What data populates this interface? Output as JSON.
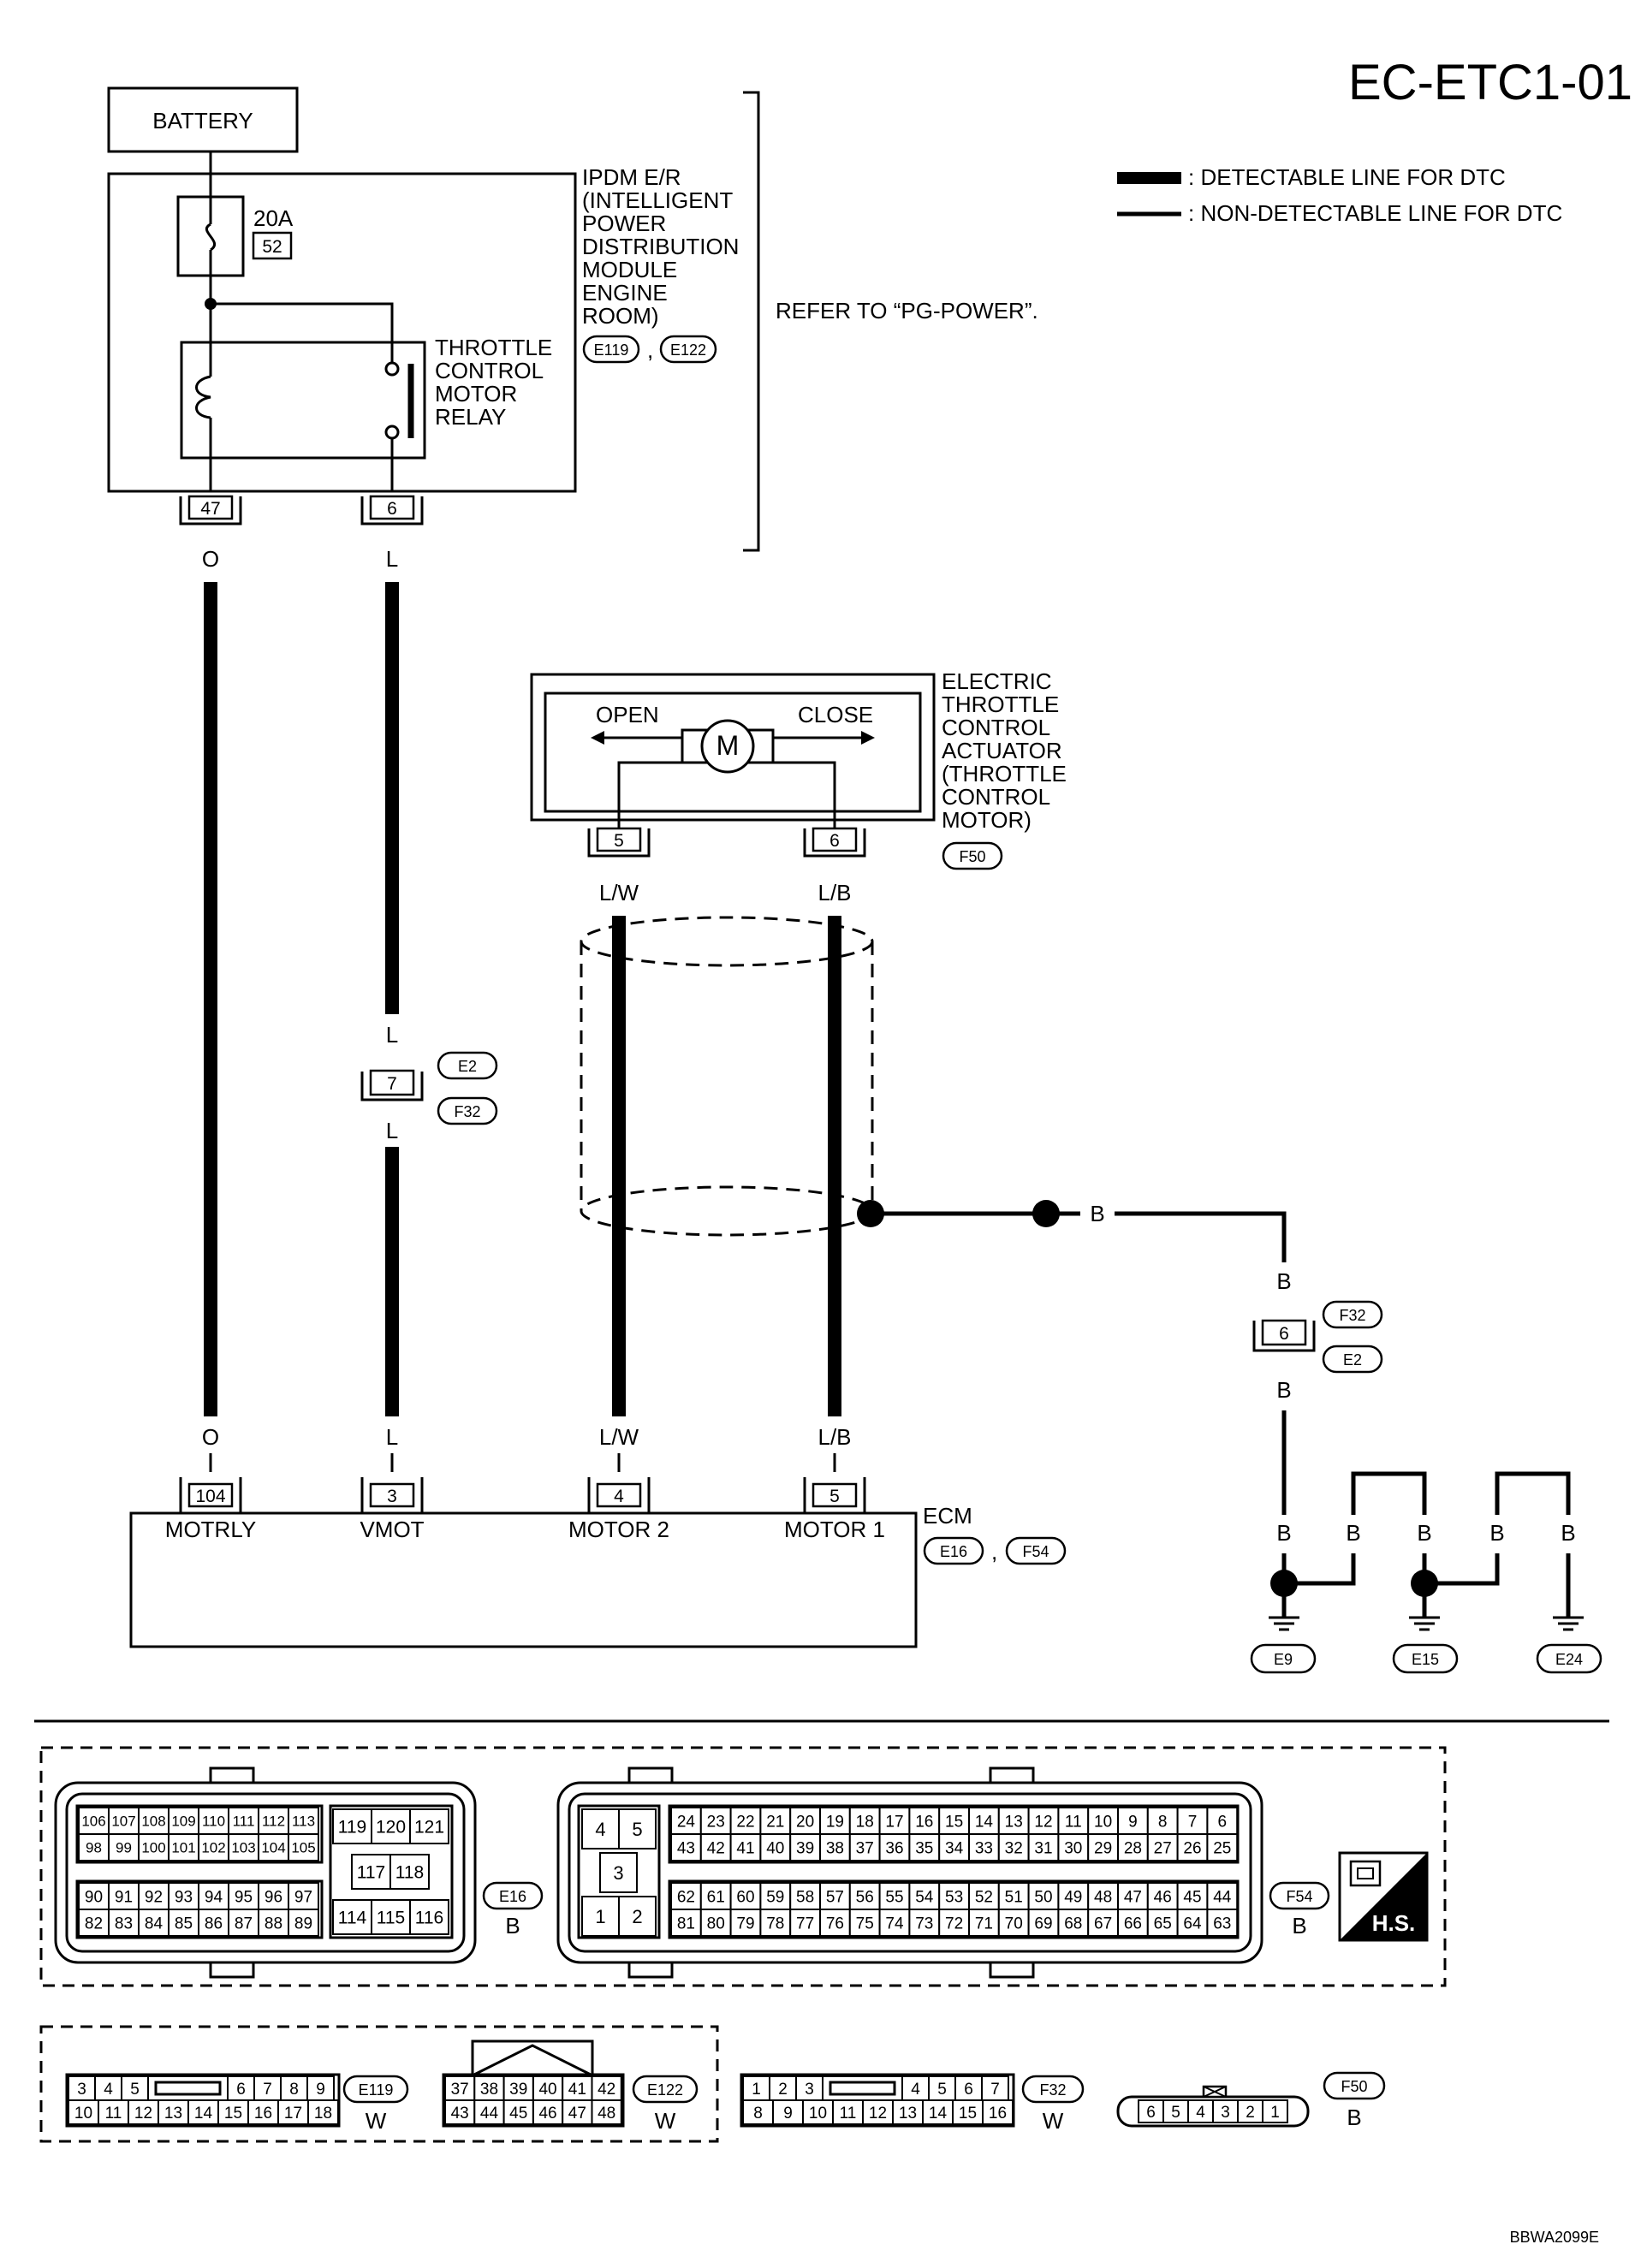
{
  "page_title": "EC-ETC1-01",
  "footer_code": "BBWA2099E",
  "legend": {
    "detectable": ": DETECTABLE LINE FOR DTC",
    "non_detectable": ": NON-DETECTABLE LINE FOR DTC"
  },
  "battery": "BATTERY",
  "fuse": {
    "amp": "20A",
    "num": "52"
  },
  "ipdm": {
    "lines": [
      "IPDM E/R",
      "(INTELLIGENT",
      "POWER",
      "DISTRIBUTION",
      "MODULE",
      "ENGINE",
      "ROOM)"
    ],
    "connectors": [
      "E119",
      "E122"
    ],
    "comma": ","
  },
  "refer": "REFER TO “PG-POWER”.",
  "relay": {
    "lines": [
      "THROTTLE",
      "CONTROL",
      "MOTOR",
      "RELAY"
    ]
  },
  "pins": {
    "ipdm_47": "47",
    "ipdm_6": "6",
    "act_5": "5",
    "act_6": "6",
    "j_7": "7",
    "j_6": "6",
    "ecm_104": "104",
    "ecm_3": "3",
    "ecm_4": "4",
    "ecm_5": "5"
  },
  "wires": {
    "o": "O",
    "l": "L",
    "lw": "L/W",
    "lb": "L/B",
    "b": "B"
  },
  "actuator": {
    "open": "OPEN",
    "close": "CLOSE",
    "motor": "M",
    "lines": [
      "ELECTRIC",
      "THROTTLE",
      "CONTROL",
      "ACTUATOR",
      "(THROTTLE",
      "CONTROL",
      "MOTOR)"
    ],
    "connector": "F50"
  },
  "junction_l": {
    "top": "E2",
    "bottom": "F32"
  },
  "junction_b": {
    "top": "F32",
    "bottom": "E2"
  },
  "ecm": {
    "title": "ECM",
    "connectors": [
      "E16",
      "F54"
    ],
    "comma": ",",
    "terminals": [
      "MOTRLY",
      "VMOT",
      "MOTOR 2",
      "MOTOR 1"
    ]
  },
  "grounds": [
    "E9",
    "E15",
    "E24"
  ],
  "connector_views": {
    "e16": {
      "label": "E16",
      "color": "B",
      "row1": [
        "106",
        "107",
        "108",
        "109",
        "110",
        "111",
        "112",
        "113"
      ],
      "row2": [
        "98",
        "99",
        "100",
        "101",
        "102",
        "103",
        "104",
        "105"
      ],
      "row3": [
        "90",
        "91",
        "92",
        "93",
        "94",
        "95",
        "96",
        "97"
      ],
      "row4": [
        "82",
        "83",
        "84",
        "85",
        "86",
        "87",
        "88",
        "89"
      ],
      "mid_top": [
        "119",
        "120",
        "121"
      ],
      "mid_mid": [
        "117",
        "118"
      ],
      "mid_bot": [
        "114",
        "115",
        "116"
      ]
    },
    "f54": {
      "label": "F54",
      "color": "B",
      "left": [
        "4",
        "5",
        "3",
        "1",
        "2"
      ],
      "row1": [
        "24",
        "23",
        "22",
        "21",
        "20",
        "19",
        "18",
        "17",
        "16",
        "15",
        "14",
        "13",
        "12",
        "11",
        "10",
        "9",
        "8",
        "7",
        "6"
      ],
      "row2": [
        "43",
        "42",
        "41",
        "40",
        "39",
        "38",
        "37",
        "36",
        "35",
        "34",
        "33",
        "32",
        "31",
        "30",
        "29",
        "28",
        "27",
        "26",
        "25"
      ],
      "row3": [
        "62",
        "61",
        "60",
        "59",
        "58",
        "57",
        "56",
        "55",
        "54",
        "53",
        "52",
        "51",
        "50",
        "49",
        "48",
        "47",
        "46",
        "45",
        "44"
      ],
      "row4": [
        "81",
        "80",
        "79",
        "78",
        "77",
        "76",
        "75",
        "74",
        "73",
        "72",
        "71",
        "70",
        "69",
        "68",
        "67",
        "66",
        "65",
        "64",
        "63"
      ]
    },
    "hs": "H.S.",
    "e119": {
      "label": "E119",
      "color": "W",
      "top_left": [
        "3",
        "4",
        "5"
      ],
      "top_right": [
        "6",
        "7",
        "8",
        "9"
      ],
      "bottom": [
        "10",
        "11",
        "12",
        "13",
        "14",
        "15",
        "16",
        "17",
        "18"
      ]
    },
    "e122": {
      "label": "E122",
      "color": "W",
      "top": [
        "37",
        "38",
        "39",
        "40",
        "41",
        "42"
      ],
      "bottom": [
        "43",
        "44",
        "45",
        "46",
        "47",
        "48"
      ]
    },
    "f32": {
      "label": "F32",
      "color": "W",
      "top_left": [
        "1",
        "2",
        "3"
      ],
      "top_right": [
        "4",
        "5",
        "6",
        "7"
      ],
      "bottom": [
        "8",
        "9",
        "10",
        "11",
        "12",
        "13",
        "14",
        "15",
        "16"
      ]
    },
    "f50": {
      "label": "F50",
      "color": "B",
      "pins": [
        "6",
        "5",
        "4",
        "3",
        "2",
        "1"
      ]
    }
  }
}
